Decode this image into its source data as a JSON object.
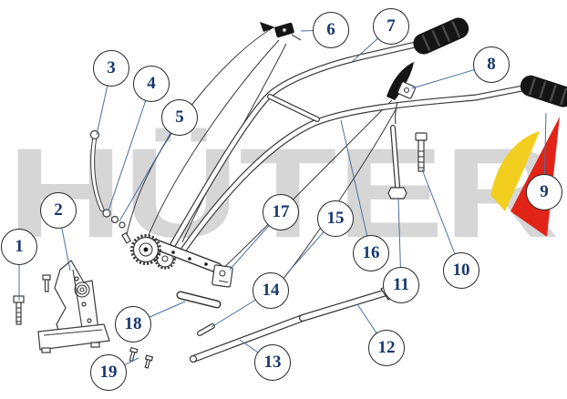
{
  "diagram": {
    "type": "exploded-parts-diagram",
    "subject": "tiller-handlebar-assembly",
    "watermark": {
      "text": "HÜTER"
    },
    "colors": {
      "line": "#3a3a3a",
      "leader": "#4b6fa0",
      "callout_text": "#17386e",
      "callout_border": "#262626",
      "watermark_gray": "#d6d6d6",
      "logo_red": "#e02418",
      "logo_yellow": "#f2cf1f",
      "grip_black": "#151515"
    },
    "callouts": [
      {
        "label": "1"
      },
      {
        "label": "2"
      },
      {
        "label": "3"
      },
      {
        "label": "4"
      },
      {
        "label": "5"
      },
      {
        "label": "6"
      },
      {
        "label": "7"
      },
      {
        "label": "8"
      },
      {
        "label": "9"
      },
      {
        "label": "10"
      },
      {
        "label": "11"
      },
      {
        "label": "12"
      },
      {
        "label": "13"
      },
      {
        "label": "14"
      },
      {
        "label": "15"
      },
      {
        "label": "16"
      },
      {
        "label": "17"
      },
      {
        "label": "18"
      },
      {
        "label": "19"
      }
    ]
  }
}
